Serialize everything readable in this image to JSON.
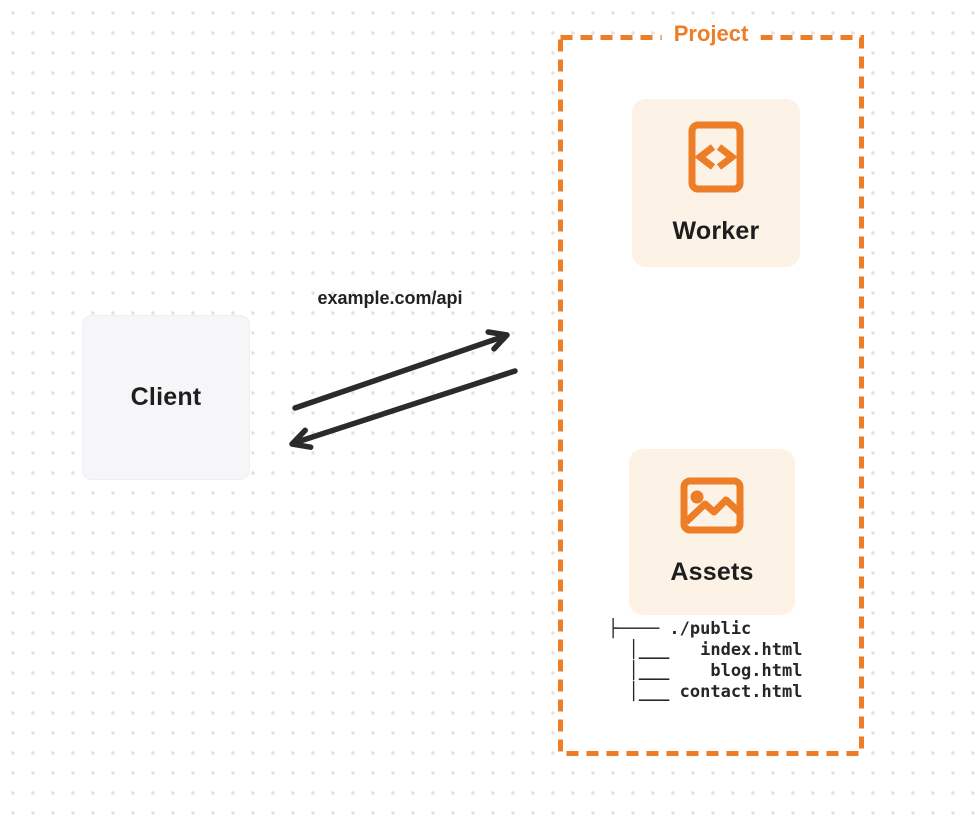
{
  "client": {
    "label": "Client"
  },
  "request": {
    "label": "example.com/api"
  },
  "project": {
    "label": "Project",
    "worker": {
      "label": "Worker",
      "icon": "code-icon"
    },
    "assets": {
      "label": "Assets",
      "icon": "image-icon",
      "file_tree": "├──── ./public\n  │___   index.html\n  │___    blog.html\n  │___ contact.html"
    }
  },
  "colors": {
    "accent": "#ED7D26",
    "card-bg": "#FCF2E5",
    "arrow": "#2B2B2B",
    "text": "#1E1E1E",
    "client-bg": "#F6F6F8",
    "dot": "#E2E2E4",
    "canvas-bg": "#FFFFFF"
  }
}
